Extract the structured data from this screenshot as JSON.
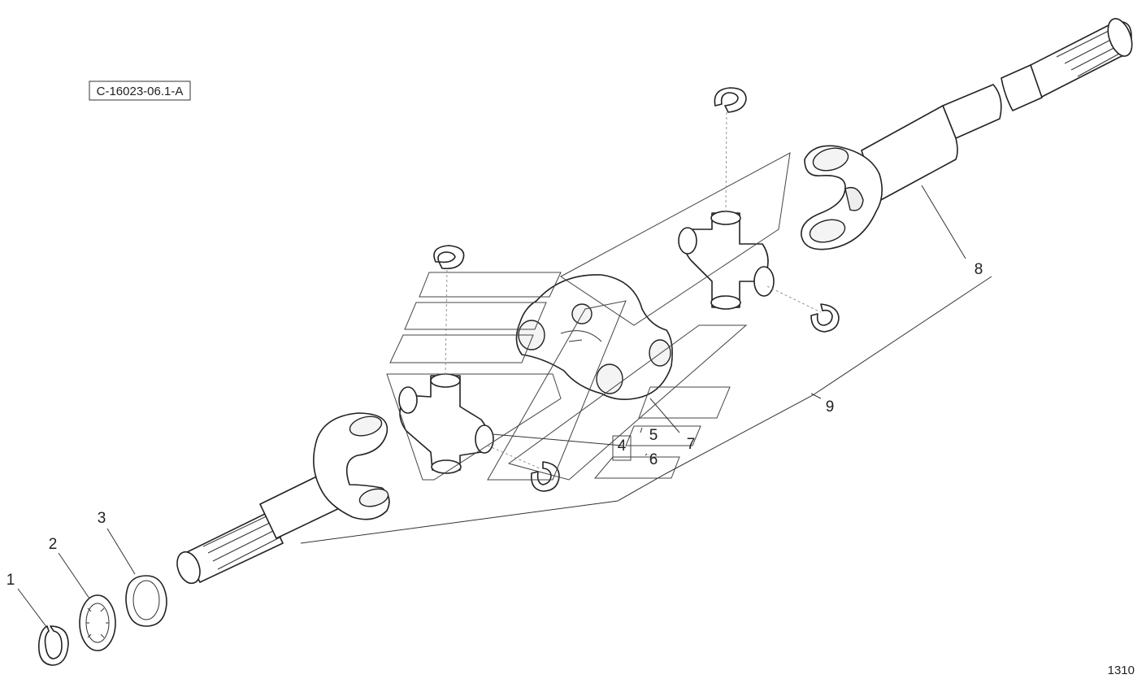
{
  "drawing": {
    "code": "C-16023-06.1-A",
    "page_number": "1310",
    "callouts": [
      {
        "id": "c1",
        "label": "1"
      },
      {
        "id": "c2",
        "label": "2"
      },
      {
        "id": "c3",
        "label": "3"
      },
      {
        "id": "c4",
        "label": "4"
      },
      {
        "id": "c5",
        "label": "5"
      },
      {
        "id": "c6",
        "label": "6"
      },
      {
        "id": "c7",
        "label": "7"
      },
      {
        "id": "c8",
        "label": "8"
      },
      {
        "id": "c9",
        "label": "9"
      }
    ]
  }
}
